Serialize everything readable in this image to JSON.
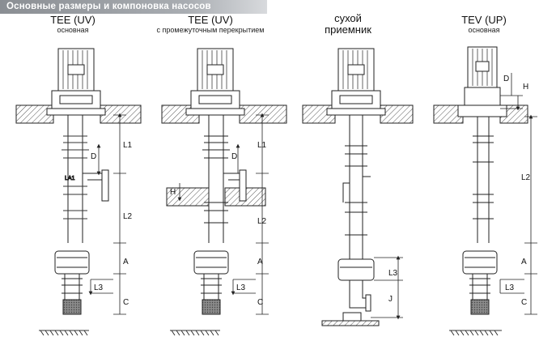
{
  "banner": {
    "title": "Основные размеры и компоновка насосов"
  },
  "columns": [
    {
      "title": "TEE (UV)",
      "subtitle": "основная"
    },
    {
      "title": "TEE (UV)",
      "subtitle": "с промежуточным перекрытием"
    },
    {
      "title": "сухой",
      "subtitle": "приемник"
    },
    {
      "title": "TEV (UP)",
      "subtitle": "основная"
    }
  ],
  "dimension_labels": {
    "L1": "L1",
    "L2": "L2",
    "L3": "L3",
    "A": "A",
    "C": "C",
    "D": "D",
    "H": "H",
    "J": "J"
  },
  "flange_label": "LA1",
  "colors": {
    "banner": "#9a9ea3",
    "line": "#222222",
    "hatch": "#555555",
    "strainer": "#6b6b6b"
  }
}
